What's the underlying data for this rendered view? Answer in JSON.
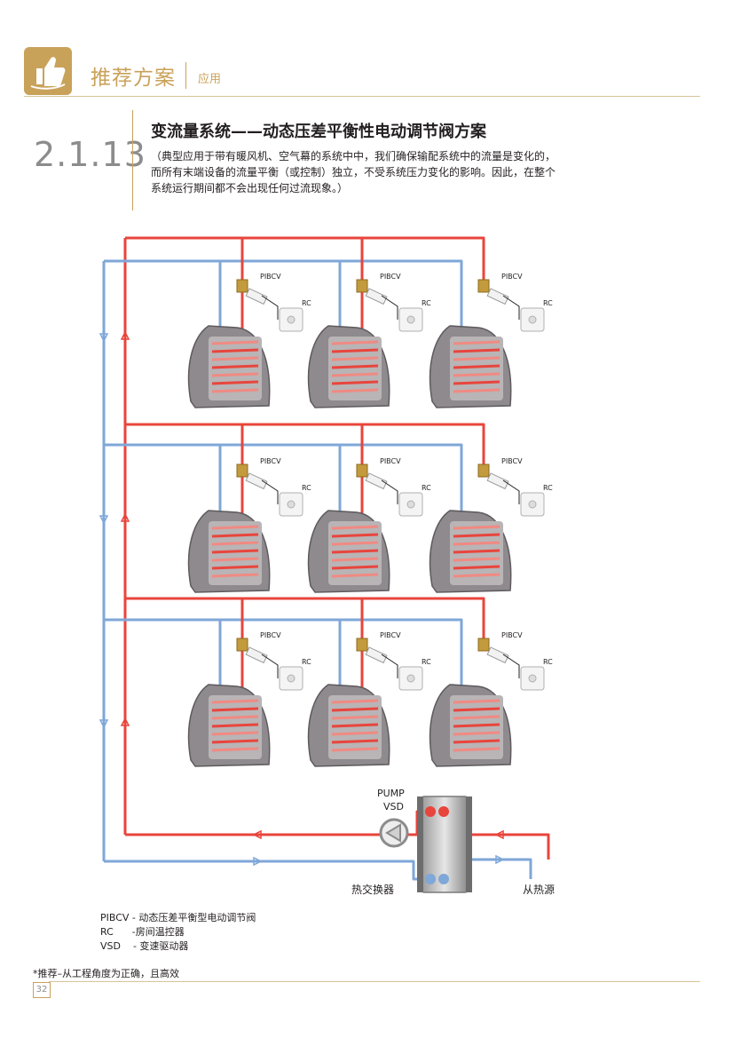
{
  "header": {
    "title": "推荐方案",
    "subtitle": "应用",
    "logo_icon": "thumbs-up-icon"
  },
  "section": {
    "number": "2.1.13",
    "title": "变流量系统——动态压差平衡性电动调节阀方案",
    "description": [
      "（典型应用于带有暖风机、空气幕的系统中中，我们确保输配系统中的流量是变化的，",
      "而所有末端设备的流量平衡（或控制）独立，不受系统压力变化的影响。因此，在整个",
      "系统运行期间都不会出现任何过流现象。）"
    ]
  },
  "diagram": {
    "valve_label": "PIBCV",
    "controller_label": "RC",
    "pump_label_line1": "PUMP",
    "pump_label_line2": "VSD",
    "heat_exchanger_label": "热交换器",
    "heat_source_label": "从热源",
    "colors": {
      "supply": "#e8453c",
      "return": "#7fa7d8"
    }
  },
  "legend": [
    "PIBCV - 动态压差平衡型电动调节阀",
    "RC      -房间温控器",
    "VSD    - 变速驱动器"
  ],
  "footnote": "*推荐–从工程角度为正确，且高效",
  "page_number": "32"
}
